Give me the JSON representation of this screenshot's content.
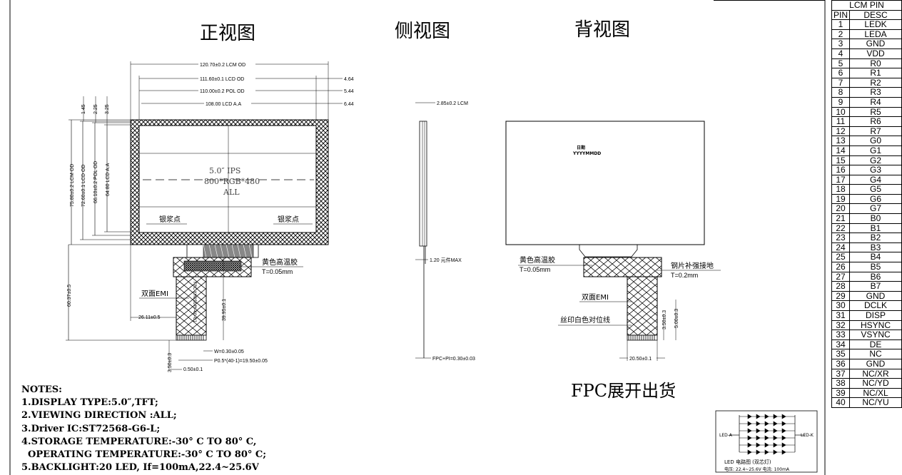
{
  "titles": {
    "front": "正视图",
    "side": "侧视图",
    "back": "背视图",
    "fpc": "FPC展开出货"
  },
  "front": {
    "dim_lcm_od": "120.70±0.2 LCM OD",
    "dim_lcd_od": "111.60±0.1 LCD OD",
    "dim_pol_od": "110.00±0.2 POL OD",
    "dim_lcd_aa": "108.00 LCD A.A",
    "dim_r1": "4.64",
    "dim_r2": "5.44",
    "dim_r3": "6.44",
    "dim_t1": "1.45",
    "dim_t2": "2.25",
    "dim_t3": "3.25",
    "dim_v_lcm": "75.80±0.2 LCM OD",
    "dim_v_lcd": "72.60±0.1 LCD OD",
    "dim_v_pol": "66.10±0.2 POL OD",
    "dim_v_aa": "64.80 LCD A.A",
    "center_line1": "5.0″ IPS",
    "center_line2": "800*RGB*480",
    "center_line3": "ALL",
    "silver_left": "银浆点",
    "silver_right": "银浆点",
    "yellow_tape": "黄色高温胶",
    "yellow_t": "T=0.05mm",
    "emi": "双面EMI",
    "dim_2611": "26.11±0.5",
    "dim_6037": "60.37±0.5",
    "dim_3995": "39.95±0.1",
    "dim_w": "W=0.30±0.05",
    "dim_p": "P0.5*(40-1)=19.50±0.05",
    "dim_350": "3.50±0.3",
    "dim_050": "0.50±0.1",
    "fpc_text": "FPC-YH050PI-40-01"
  },
  "side": {
    "dim_thick": "2.85±0.2 LCM",
    "dim_120": "1.20 元件MAX",
    "dim_fpc": "FPC+PI=0.30±0.03"
  },
  "back": {
    "date_line1": "日期",
    "date_line2": "YYYYMMDD",
    "yellow_tape": "黄色高温胶",
    "yellow_t": "T=0.05mm",
    "steel": "钢片补强接地",
    "steel_t": "T=0.2mm",
    "emi": "双面EMI",
    "silk": "丝印白色对位线",
    "dim_350": "3.50±0.3",
    "dim_500": "5.00±0.3",
    "dim_2050": "20.50±0.1"
  },
  "notes": [
    "NOTES:",
    "1.DISPLAY TYPE:5.0″,TFT;",
    "2.VIEWING DIRECTION :ALL;",
    "3.Driver IC:ST72568-G6-L;",
    "4.STORAGE TEMPERATURE:-30° C TO 80° C,",
    "  OPERATING TEMPERATURE:-30° C TO 80° C;",
    "5.BACKLIGHT:20 LED, If=100mA,22.4~25.6V"
  ],
  "led": {
    "left": "LED-A",
    "right": "LED-K",
    "caption1": "LED  电路图 (双芯灯)",
    "caption2": "电压: 22.4~25.6V  电流: 100mA"
  },
  "pin_table": {
    "title": "LCM  PIN",
    "header_pin": "PIN",
    "header_desc": "DESC",
    "rows": [
      [
        "1",
        "LEDK"
      ],
      [
        "2",
        "LEDA"
      ],
      [
        "3",
        "GND"
      ],
      [
        "4",
        "VDD"
      ],
      [
        "5",
        "R0"
      ],
      [
        "6",
        "R1"
      ],
      [
        "7",
        "R2"
      ],
      [
        "8",
        "R3"
      ],
      [
        "9",
        "R4"
      ],
      [
        "10",
        "R5"
      ],
      [
        "11",
        "R6"
      ],
      [
        "12",
        "R7"
      ],
      [
        "13",
        "G0"
      ],
      [
        "14",
        "G1"
      ],
      [
        "15",
        "G2"
      ],
      [
        "16",
        "G3"
      ],
      [
        "17",
        "G4"
      ],
      [
        "18",
        "G5"
      ],
      [
        "19",
        "G6"
      ],
      [
        "20",
        "G7"
      ],
      [
        "21",
        "B0"
      ],
      [
        "22",
        "B1"
      ],
      [
        "23",
        "B2"
      ],
      [
        "24",
        "B3"
      ],
      [
        "25",
        "B4"
      ],
      [
        "26",
        "B5"
      ],
      [
        "27",
        "B6"
      ],
      [
        "28",
        "B7"
      ],
      [
        "29",
        "GND"
      ],
      [
        "30",
        "DCLK"
      ],
      [
        "31",
        "DISP"
      ],
      [
        "32",
        "HSYNC"
      ],
      [
        "33",
        "VSYNC"
      ],
      [
        "34",
        "DE"
      ],
      [
        "35",
        "NC"
      ],
      [
        "36",
        "GND"
      ],
      [
        "37",
        "NC/XR"
      ],
      [
        "38",
        "NC/YD"
      ],
      [
        "39",
        "NC/XL"
      ],
      [
        "40",
        "NC/YU"
      ]
    ]
  }
}
